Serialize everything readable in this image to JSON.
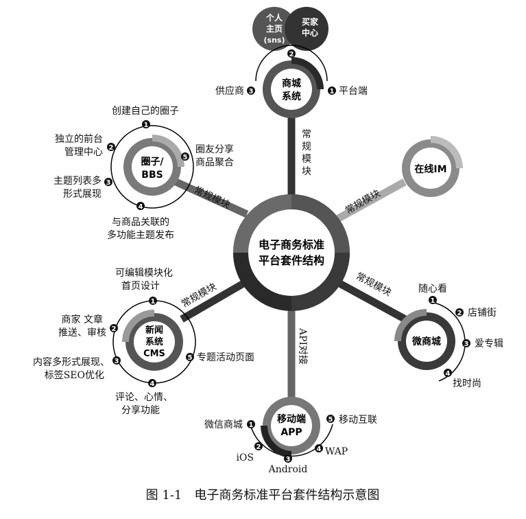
{
  "caption": "图 1-1　电子商务标准平台套件结构示意图",
  "colors": {
    "dark": "#2a2a2a",
    "mid": "#7a7a7a",
    "light": "#a8a8a8",
    "line": "#333333"
  },
  "center": {
    "line1": "电子商务标准",
    "line2": "平台套件结构"
  },
  "sns": {
    "personal": [
      "个人",
      "主页",
      "(sns)"
    ],
    "buyer": [
      "买家",
      "中心"
    ]
  },
  "mall": {
    "title": [
      "商城",
      "系统"
    ],
    "spoke_label": [
      "常",
      "规",
      "模",
      "块"
    ],
    "items": [
      {
        "num": "1",
        "label": "平台端"
      },
      {
        "num": "2",
        "label": ""
      },
      {
        "num": "3",
        "label": "供应商"
      }
    ]
  },
  "bbs": {
    "title": [
      "圈子/",
      "BBS"
    ],
    "spoke_label": "常规模块",
    "items": [
      {
        "num": "1",
        "label": "创建自己的圈子"
      },
      {
        "num": "2",
        "label": [
          "独立的前台",
          "管理中心"
        ]
      },
      {
        "num": "3",
        "label": [
          "主题列表多",
          "形式展现"
        ]
      },
      {
        "num": "4",
        "label": [
          "与商品关联的",
          "多功能主题发布"
        ]
      },
      {
        "num": "5",
        "label": [
          "圈友分享",
          "商品聚合"
        ]
      }
    ]
  },
  "im": {
    "title": "在线IM",
    "spoke_label": "常规模块"
  },
  "cms": {
    "title": [
      "新闻",
      "系统",
      "CMS"
    ],
    "spoke_label": "常规模块",
    "items": [
      {
        "num": "1",
        "label": [
          "可编辑模块化",
          "首页设计"
        ]
      },
      {
        "num": "2",
        "label": [
          "商家 文章",
          "推送、审核"
        ]
      },
      {
        "num": "3",
        "label": [
          "内容多形式展现、",
          "标签SEO优化"
        ]
      },
      {
        "num": "4",
        "label": [
          "评论、心情、",
          "分享功能"
        ]
      },
      {
        "num": "5",
        "label": "专题活动页面"
      }
    ]
  },
  "micro": {
    "title": "微商城",
    "spoke_label": "常规模块",
    "items": [
      {
        "num": "1",
        "label": "随心看"
      },
      {
        "num": "2",
        "label": "店铺街"
      },
      {
        "num": "3",
        "label": "爱专辑"
      },
      {
        "num": "4",
        "label": "找时尚"
      }
    ]
  },
  "mobile": {
    "title": [
      "移动端",
      "APP"
    ],
    "spoke_label": "API对接",
    "items": [
      {
        "num": "1",
        "label": "微信商城"
      },
      {
        "num": "2",
        "label": "iOS"
      },
      {
        "num": "3",
        "label": "Android"
      },
      {
        "num": "4",
        "label": "WAP"
      },
      {
        "num": "5",
        "label": "移动互联"
      }
    ]
  }
}
